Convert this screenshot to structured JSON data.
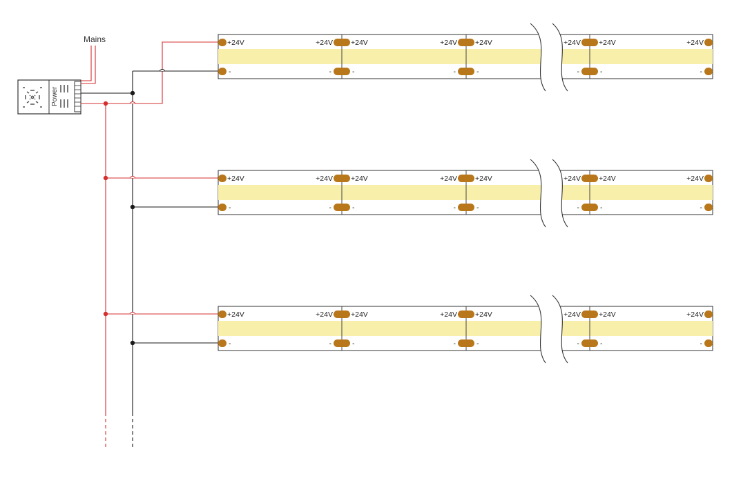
{
  "diagram": {
    "mains_label": "Mains",
    "power_label": "Power",
    "pad_labels": {
      "positive": "+24V",
      "negative": "-"
    },
    "strips": [
      {
        "id": "strip-1"
      },
      {
        "id": "strip-2"
      },
      {
        "id": "strip-3"
      }
    ],
    "colors": {
      "positive_wire": "#d32f2f",
      "negative_wire": "#1a1a1a",
      "led_band": "#f7efaa",
      "solder_pad": "#b8771a",
      "outline": "#333333"
    }
  }
}
